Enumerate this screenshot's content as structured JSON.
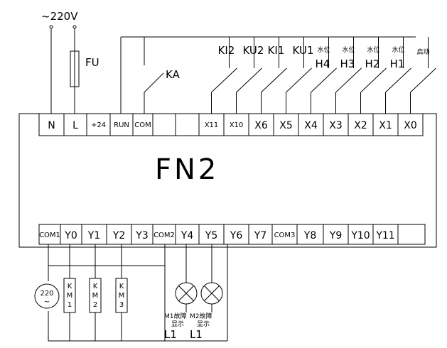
{
  "supply": {
    "label": "~220V"
  },
  "fuse": {
    "label": "FU"
  },
  "relay_contact": {
    "label": "KA"
  },
  "controller": {
    "label": "FN2"
  },
  "top_terminals": [
    {
      "id": "N",
      "label": "N"
    },
    {
      "id": "L",
      "label": "L"
    },
    {
      "id": "p24",
      "label": "+24"
    },
    {
      "id": "run",
      "label": "RUN"
    },
    {
      "id": "com",
      "label": "COM"
    },
    {
      "id": "blank1",
      "label": ""
    },
    {
      "id": "blank2",
      "label": ""
    },
    {
      "id": "x11",
      "label": "X11"
    },
    {
      "id": "x10",
      "label": "X10"
    },
    {
      "id": "x6",
      "label": "X6"
    },
    {
      "id": "x5",
      "label": "X5"
    },
    {
      "id": "x4",
      "label": "X4"
    },
    {
      "id": "x3",
      "label": "X3"
    },
    {
      "id": "x2",
      "label": "X2"
    },
    {
      "id": "x1",
      "label": "X1"
    },
    {
      "id": "x0",
      "label": "X0"
    }
  ],
  "bottom_terminals": [
    {
      "id": "com1",
      "label": "COM1"
    },
    {
      "id": "y0",
      "label": "Y0"
    },
    {
      "id": "y1",
      "label": "Y1"
    },
    {
      "id": "y2",
      "label": "Y2"
    },
    {
      "id": "y3",
      "label": "Y3"
    },
    {
      "id": "com2",
      "label": "COM2"
    },
    {
      "id": "y4",
      "label": "Y4"
    },
    {
      "id": "y5",
      "label": "Y5"
    },
    {
      "id": "y6",
      "label": "Y6"
    },
    {
      "id": "y7",
      "label": "Y7"
    },
    {
      "id": "com3",
      "label": "COM3"
    },
    {
      "id": "y8",
      "label": "Y8"
    },
    {
      "id": "y9",
      "label": "Y9"
    },
    {
      "id": "y10",
      "label": "Y10"
    },
    {
      "id": "y11",
      "label": "Y11"
    },
    {
      "id": "blank",
      "label": ""
    }
  ],
  "input_switches": [
    {
      "terminal": "x11",
      "label": "KI2",
      "label2": ""
    },
    {
      "terminal": "x10",
      "label": "KU2",
      "label2": ""
    },
    {
      "terminal": "x6",
      "label": "KI1",
      "label2": ""
    },
    {
      "terminal": "x5",
      "label": "KU1",
      "label2": ""
    },
    {
      "terminal": "x4",
      "label": "水位",
      "label2": "H4"
    },
    {
      "terminal": "x3",
      "label": "水位",
      "label2": "H3"
    },
    {
      "terminal": "x2",
      "label": "水位",
      "label2": "H2"
    },
    {
      "terminal": "x1",
      "label": "水位",
      "label2": "H1"
    },
    {
      "terminal": "x0",
      "label": "启动",
      "label2": ""
    }
  ],
  "source_220": {
    "label": "220",
    "sub": "~"
  },
  "contactor_coils": [
    {
      "terminal": "y0",
      "letters": [
        "K",
        "M",
        "1"
      ]
    },
    {
      "terminal": "y1",
      "letters": [
        "K",
        "M",
        "2"
      ]
    },
    {
      "terminal": "y2",
      "letters": [
        "K",
        "M",
        "3"
      ]
    }
  ],
  "lamps": [
    {
      "terminal": "y4",
      "caption1": "M1故障",
      "caption2": "显示",
      "caption3": "L1"
    },
    {
      "terminal": "y5",
      "caption1": "M2故障",
      "caption2": "显示",
      "caption3": "L1"
    }
  ]
}
